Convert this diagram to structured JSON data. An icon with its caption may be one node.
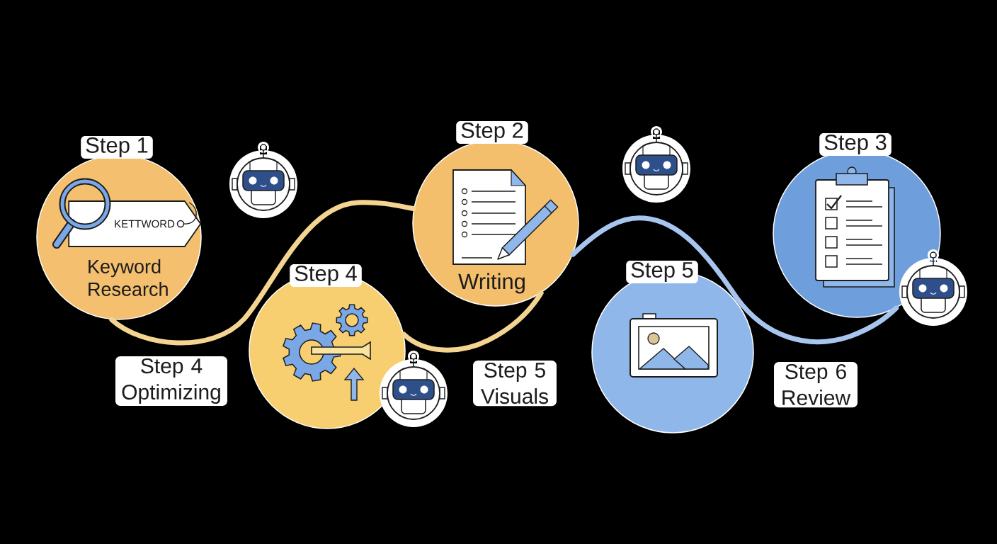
{
  "diagram": {
    "nodes": [
      {
        "text": [
          "Step 1",
          "Keyword Research"
        ]
      },
      {
        "text": [
          "KETTWORD"
        ],
        "in": 0
      },
      {
        "text": [
          "Step 4"
        ]
      },
      {
        "text": [
          "Step 2",
          "Writing"
        ]
      },
      {
        "text": [
          "Step 5"
        ]
      },
      {
        "text": [
          "Step 3"
        ]
      }
    ],
    "edges": [
      {
        "from": 0,
        "to": 3,
        "arrow": "none"
      },
      {
        "from": 2,
        "to": 3,
        "arrow": "none"
      },
      {
        "from": 3,
        "to": 5,
        "arrow": "none",
        "color": "#a8c5ef"
      }
    ],
    "labels": [
      "Step 4 Optimizing",
      "Step 5 Visuals",
      "Step 6 Review"
    ]
  }
}
